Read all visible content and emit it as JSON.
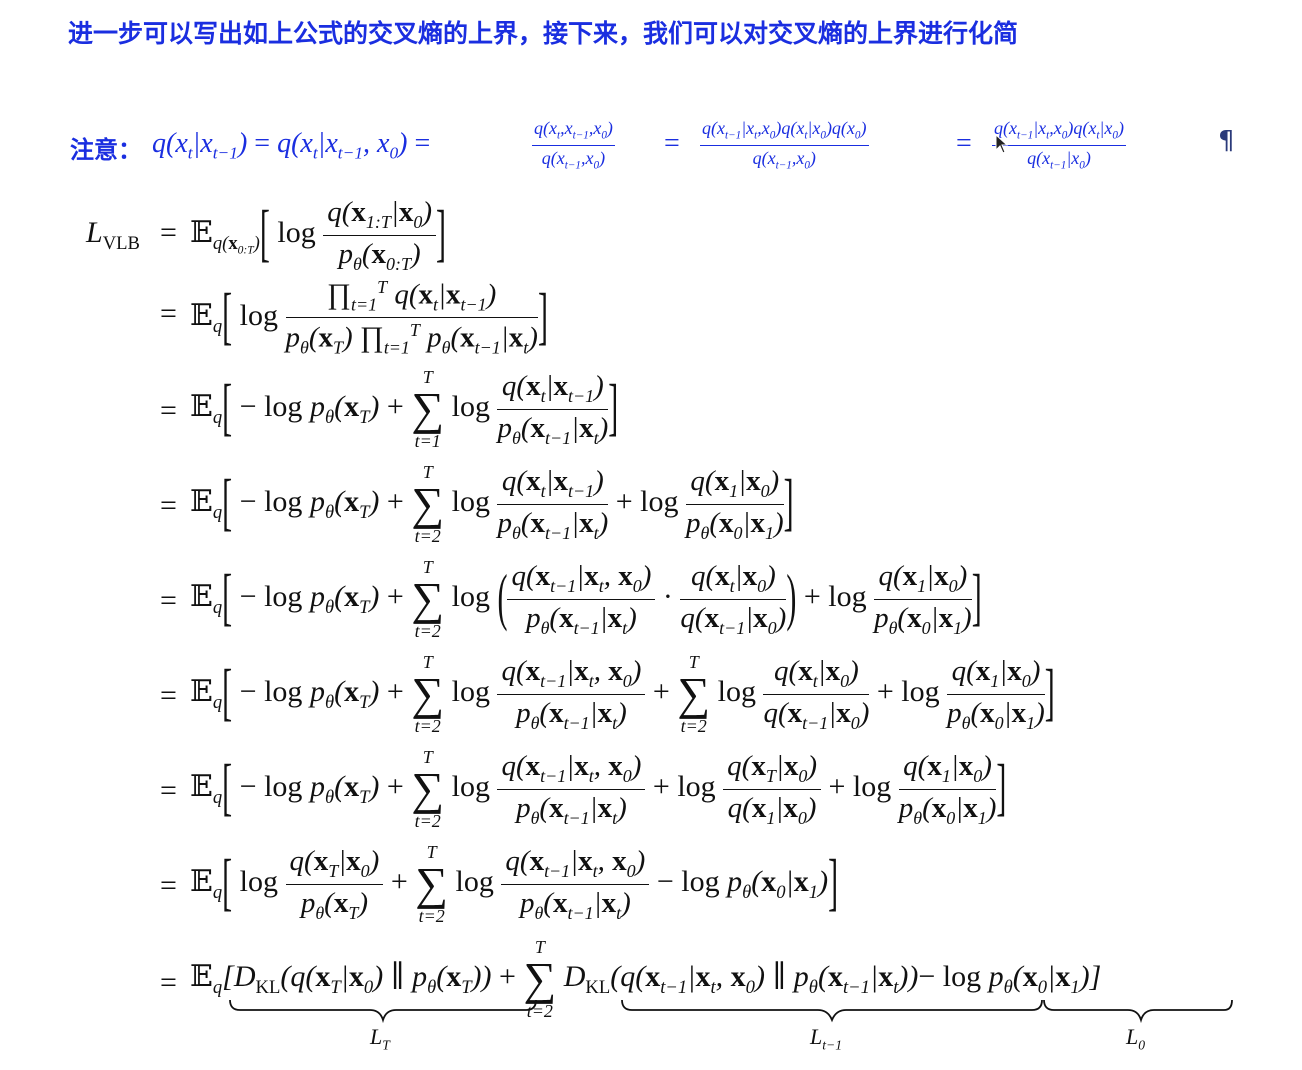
{
  "heading": "进一步可以写出如上公式的交叉熵的上界，接下来，我们可以对交叉熵的上界进行化简",
  "note": {
    "label": "注意：",
    "pilcrow": "¶",
    "icons": [
      "mouse-cursor-icon",
      "pilcrow-icon"
    ]
  },
  "equation": {
    "lhs_name": "L",
    "lhs_sub": "VLB",
    "row_count": 9,
    "underbrace_labels": [
      "L",
      "T",
      "L",
      "t−1",
      "L",
      "0"
    ]
  },
  "colors": {
    "heading": "#1a2ee0",
    "text": "#111111",
    "background": "#ffffff"
  }
}
